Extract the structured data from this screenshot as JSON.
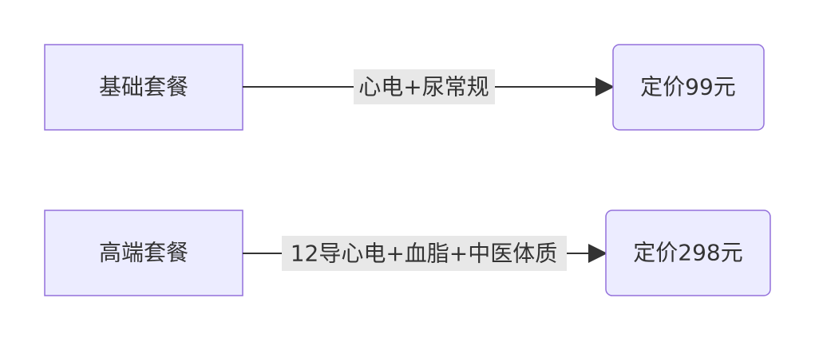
{
  "diagram": {
    "type": "flowchart",
    "direction": "LR",
    "colors": {
      "node_fill": "#ECECFF",
      "node_stroke": "#9370DB",
      "edge": "#333333",
      "edge_label_bg": "#e8e8e8",
      "text": "#333333"
    },
    "nodes": {
      "basic": "基础套餐",
      "price99": "定价99元",
      "premium": "高端套餐",
      "price298": "定价298元"
    },
    "edges": {
      "basic_to_price99": "心电+尿常规",
      "premium_to_price298": "12导心电+血脂+中医体质"
    }
  }
}
